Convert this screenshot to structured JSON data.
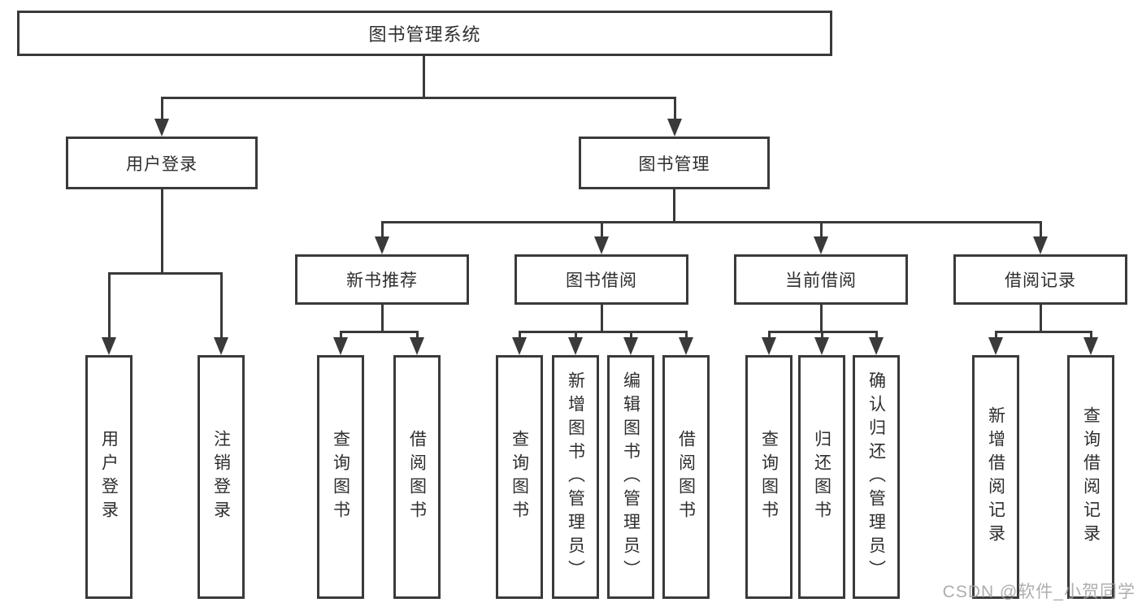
{
  "tree": {
    "label": "图书管理系统",
    "children": [
      {
        "label": "用户登录",
        "children": [
          {
            "label": "用户登录"
          },
          {
            "label": "注销登录"
          }
        ]
      },
      {
        "label": "图书管理",
        "children": [
          {
            "label": "新书推荐",
            "children": [
              {
                "label": "查询图书"
              },
              {
                "label": "借阅图书"
              }
            ]
          },
          {
            "label": "图书借阅",
            "children": [
              {
                "label": "查询图书"
              },
              {
                "label": "新增图书（管理员）"
              },
              {
                "label": "编辑图书（管理员）"
              },
              {
                "label": "借阅图书"
              }
            ]
          },
          {
            "label": "当前借阅",
            "children": [
              {
                "label": "查询图书"
              },
              {
                "label": "归还图书"
              },
              {
                "label": "确认归还（管理员）"
              }
            ]
          },
          {
            "label": "借阅记录",
            "children": [
              {
                "label": "新增借阅记录"
              },
              {
                "label": "查询借阅记录"
              }
            ]
          }
        ]
      }
    ]
  },
  "watermark": {
    "text": "CSDN @软件_小贺同学"
  },
  "colors": {
    "line": "#3a3a3a",
    "text": "#2e2e2e",
    "background": "#ffffff",
    "watermark": "#a0a0a0"
  }
}
